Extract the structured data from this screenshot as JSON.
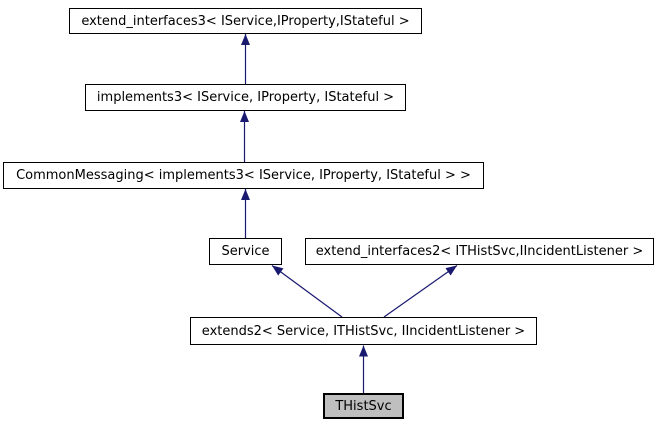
{
  "page": {
    "background": "#ffffff"
  },
  "diagram": {
    "type": "class-inheritance-graph",
    "nodes": [
      {
        "id": "extend_interfaces3",
        "label": "extend_interfaces3< IService,IProperty,IStateful >",
        "highlighted": false
      },
      {
        "id": "implements3",
        "label": "implements3< IService, IProperty, IStateful >",
        "highlighted": false
      },
      {
        "id": "common_messaging",
        "label": "CommonMessaging< implements3< IService, IProperty, IStateful > >",
        "highlighted": false
      },
      {
        "id": "service",
        "label": "Service",
        "highlighted": false
      },
      {
        "id": "extend_interfaces2",
        "label": "extend_interfaces2< ITHistSvc,IIncidentListener >",
        "highlighted": false
      },
      {
        "id": "extends2",
        "label": "extends2< Service, ITHistSvc, IIncidentListener >",
        "highlighted": false
      },
      {
        "id": "thistsvc",
        "label": "THistSvc",
        "highlighted": true
      }
    ],
    "edges": [
      {
        "from": "implements3",
        "to": "extend_interfaces3"
      },
      {
        "from": "common_messaging",
        "to": "implements3"
      },
      {
        "from": "service",
        "to": "common_messaging"
      },
      {
        "from": "extends2",
        "to": "service"
      },
      {
        "from": "extends2",
        "to": "extend_interfaces2"
      },
      {
        "from": "thistsvc",
        "to": "extends2"
      }
    ],
    "colors": {
      "edge": "#191970",
      "node_border": "#000000",
      "node_fill": "#ffffff",
      "highlight_fill": "#bfbfbf",
      "text": "#000000",
      "background": "#ffffff"
    }
  }
}
